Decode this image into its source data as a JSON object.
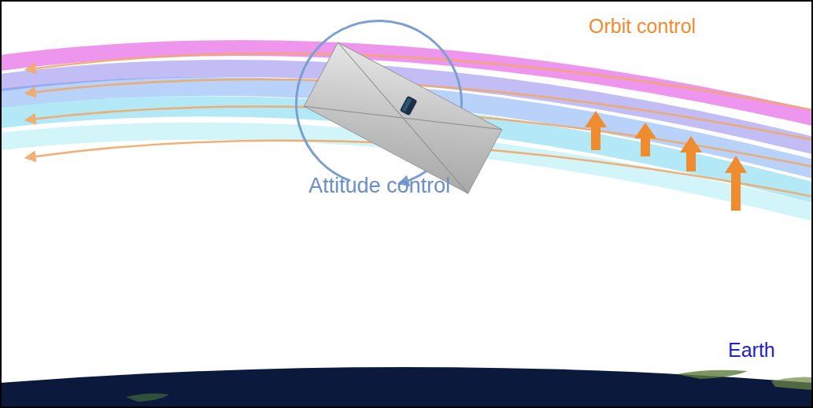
{
  "diagram": {
    "labels": [
      "Orbit control",
      "Attitude control",
      "Earth"
    ]
  }
}
